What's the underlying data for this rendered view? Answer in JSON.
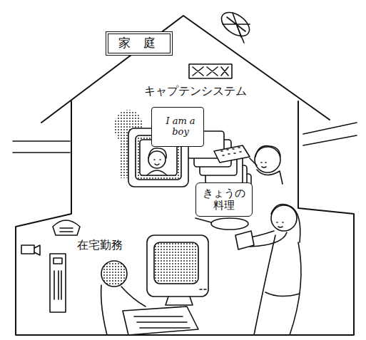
{
  "diagram": {
    "nodes": [
      {
        "text": [
          "家 庭"
        ]
      },
      {
        "text": [
          "I am a boy"
        ]
      },
      {
        "text": [
          "きょうの 料理"
        ]
      }
    ],
    "labels": [
      "キャプテンシステム",
      "在宅勤務"
    ]
  }
}
